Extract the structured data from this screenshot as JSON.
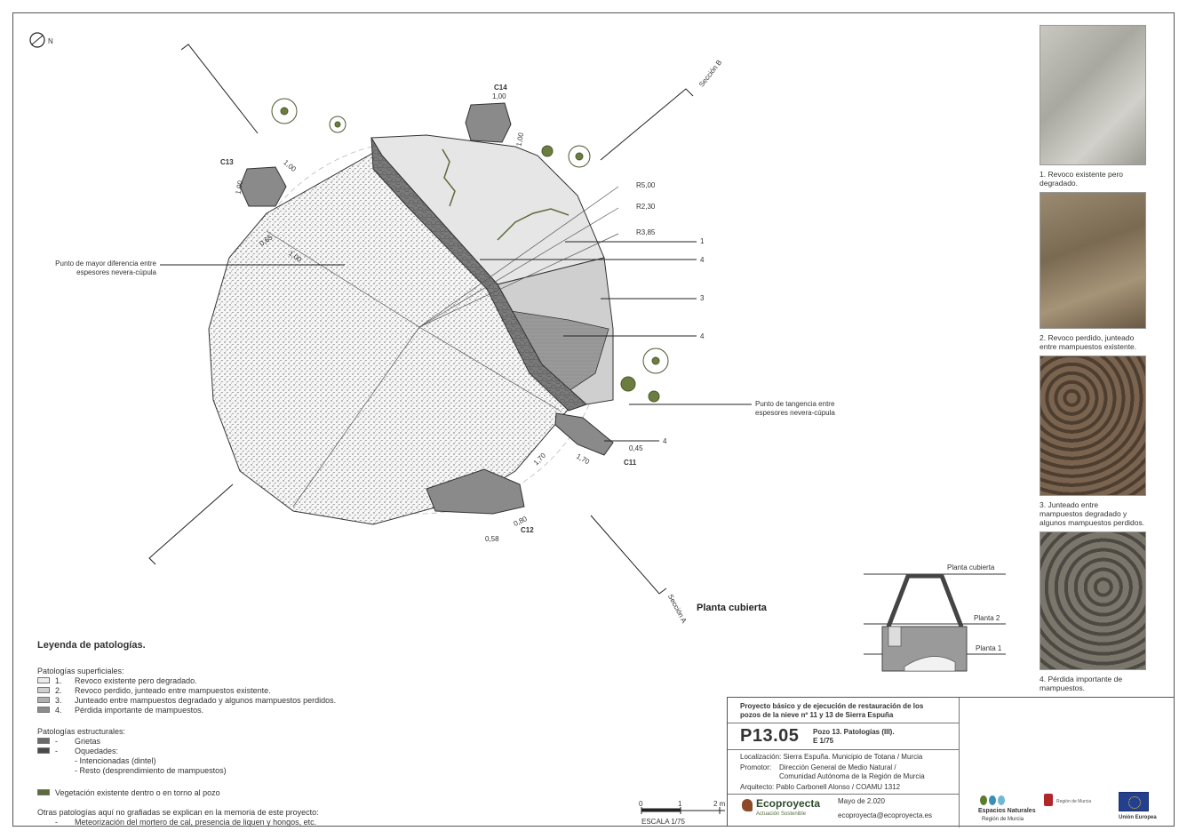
{
  "compass_label": "N",
  "plan_title": "Planta cubierta",
  "sections": {
    "a": "Sección A",
    "b": "Sección B"
  },
  "cuts": [
    "C14",
    "C13",
    "C11",
    "C12"
  ],
  "dimensions": [
    "1,00",
    "1,00",
    "1,00",
    "1,00",
    "0,65",
    "1,00",
    "1,70",
    "1,70",
    "0,45",
    "0,80",
    "0,58"
  ],
  "radii": [
    "R5,00",
    "R2,30",
    "R3,85"
  ],
  "callouts": [
    "1",
    "4",
    "3",
    "4",
    "4"
  ],
  "notes": {
    "max_diff": [
      "Punto de mayor diferencia entre",
      "espesores nevera-cúpula"
    ],
    "tangency": [
      "Punto de tangencia entre",
      "espesores nevera-cúpula"
    ]
  },
  "section_diagram": {
    "levels": [
      "Planta cubierta",
      "Planta 2",
      "Planta 1"
    ]
  },
  "scale": {
    "ticks": [
      "0",
      "1",
      "2 m"
    ],
    "label": "ESCALA 1/75"
  },
  "photos": [
    {
      "caption": [
        "1. Revoco existente pero",
        "degradado."
      ],
      "tone": "#b9b8b1"
    },
    {
      "caption": [
        "2. Revoco perdido, junteado",
        "entre mampuestos existente."
      ],
      "tone": "#8a7a63"
    },
    {
      "caption": [
        "3. Junteado entre",
        "mampuestos degradado y",
        "algunos mampuestos perdidos."
      ],
      "tone": "#6e5a48"
    },
    {
      "caption": [
        "4. Pérdida importante de",
        "mampuestos."
      ],
      "tone": "#6b675f"
    }
  ],
  "legend": {
    "title": "Leyenda de patologías.",
    "superficiales_title": "Patologías superficiales:",
    "superficiales": [
      {
        "num": "1.",
        "text": "Revoco existente pero degradado.",
        "color": "#ececec"
      },
      {
        "num": "2.",
        "text": "Revoco perdido, junteado entre mampuestos existente.",
        "color": "#cfcfcf"
      },
      {
        "num": "3.",
        "text": "Junteado entre mampuestos degradado y algunos mampuestos perdidos.",
        "color": "#b0b0b0"
      },
      {
        "num": "4.",
        "text": "Pérdida importante de mampuestos.",
        "color": "#8c8c8c"
      }
    ],
    "estructurales_title": "Patologías estructurales:",
    "estructurales": [
      {
        "num": "-",
        "text": "Grietas",
        "color": "#6a6a6a"
      },
      {
        "num": "-",
        "text": "Oquedades:",
        "color": "#4a4a4a"
      }
    ],
    "oquedades": [
      "- Intencionadas (dintel)",
      "- Resto (desprendimiento de mampuestos)"
    ],
    "vegetacion": {
      "text": "Vegetación existente dentro o en torno al pozo",
      "color": "#5d6b3a"
    },
    "otras_title": "Otras patologías aquí no grafiadas se explican en la memoria de este proyecto:",
    "otras": [
      {
        "num": "-",
        "text": "Meteorización del mortero de cal, presencia de liquen y hongos, etc."
      }
    ]
  },
  "title_block": {
    "project": [
      "Proyecto básico y de ejecución de restauración de los",
      "pozos de la nieve nº 11 y 13 de Sierra Espuña"
    ],
    "code": "P13.05",
    "sheet": [
      "Pozo 13. Patologías (III).",
      "E 1/75"
    ],
    "localizacion": "Localización: Sierra Espuña. Municipio de Totana / Murcia",
    "promotor_label": "Promotor:",
    "promotor": [
      "Dirección General de Medio Natural /",
      "Comunidad Autónoma de la Región de Murcia"
    ],
    "arquitecto": "Arquitecto: Pablo Carbonell Alonso / COAMU 1312",
    "company": "Ecoproyecta",
    "company_sub": "Actuación Sostenible",
    "date": "Mayo de 2.020",
    "email": "ecoproyecta@ecoproyecta.es",
    "logos": [
      {
        "name": "Espacios Naturales",
        "sub": "Región de Murcia"
      },
      {
        "name": "Región de Murcia",
        "sub": ""
      },
      {
        "name": "Unión Europea",
        "sub": ""
      }
    ]
  }
}
